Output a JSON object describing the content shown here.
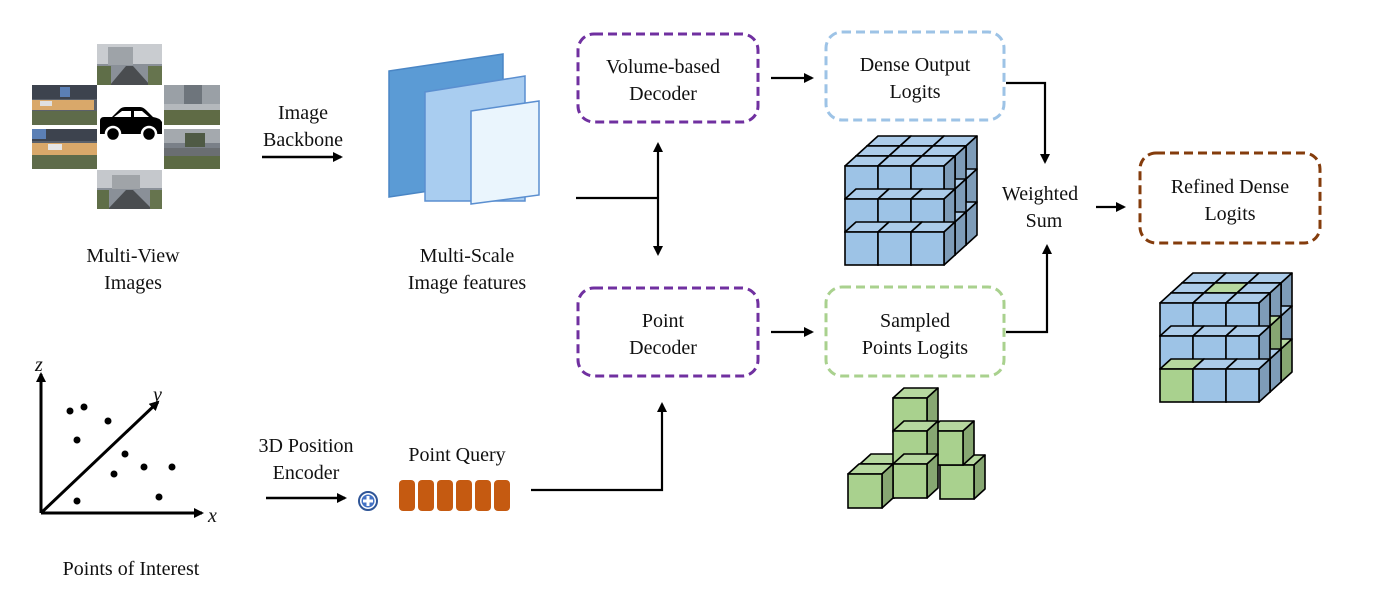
{
  "title": "Dense occupancy prediction pipeline with volume-based and point decoders",
  "inputs": {
    "multi_view": {
      "label_line1": "Multi-View",
      "label_line2": "Images",
      "camera_count": 6,
      "center_icon": "car-icon"
    },
    "points": {
      "label": "Points of Interest",
      "axis_x": "x",
      "axis_y": "y",
      "axis_z": "z",
      "point_count": 10
    }
  },
  "edges": {
    "backbone": {
      "line1": "Image",
      "line2": "Backbone"
    },
    "pos_encoder": {
      "line1": "3D Position",
      "line2": "Encoder"
    },
    "weighted_sum": {
      "line1": "Weighted",
      "line2": "Sum"
    }
  },
  "features": {
    "line1": "Multi-Scale",
    "line2": "Image features",
    "scales": 3
  },
  "point_query": {
    "label": "Point Query",
    "token_count": 6,
    "add_icon": "plus-circle-icon"
  },
  "nodes": {
    "volume_decoder": {
      "line1": "Volume-based",
      "line2": "Decoder",
      "color": "#7030a0"
    },
    "point_decoder": {
      "line1": "Point",
      "line2": "Decoder",
      "color": "#7030a0"
    },
    "dense_logits": {
      "line1": "Dense Output",
      "line2": "Logits",
      "color": "#9dc3e6"
    },
    "sampled_logits": {
      "line1": "Sampled",
      "line2": "Points Logits",
      "color": "#a9d18e"
    },
    "refined_logits": {
      "line1": "Refined Dense",
      "line2": "Logits",
      "color": "#843c0c"
    }
  },
  "colors": {
    "voxel_blue": "#9dc3e6",
    "voxel_green": "#a9d18e",
    "query_orange": "#c55a11",
    "feature_dark": "#5b9bd5",
    "feature_mid": "#a9cdf0",
    "feature_light": "#eaf5fd"
  }
}
